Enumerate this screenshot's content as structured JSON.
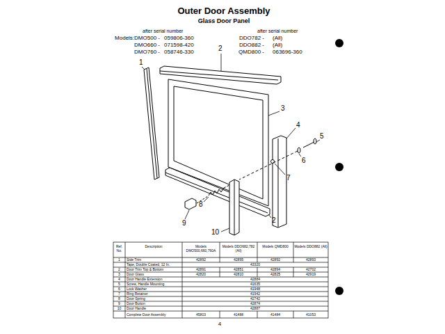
{
  "diagram": {
    "title": "Outer Door Assembly",
    "labels": [
      "Glass Door Panel",
      "after serial number",
      "after serial number",
      "Models:DMO500 -",
      "059806-360",
      "DDO782 -",
      "(All)",
      "DMO660 -",
      "071598-420",
      "DDO882 -",
      "(All)",
      "DMO760 -",
      "058746-330",
      "QMD800 -",
      "063696-360",
      "1",
      "2",
      "3",
      "4",
      "5",
      "6",
      "7",
      "8",
      "9",
      "10",
      "2",
      "Ref. No.",
      "Description",
      "Models DMO500,660,760A",
      "Models DDO682,782 (All)",
      "Models QMD800",
      "Models DDO882 (All)",
      "1",
      "Side Trim",
      "42892",
      "42895",
      "42892",
      "42893",
      "Tape, Double Coated, 12 In.",
      "43320",
      "2",
      "Door Trim Top & Bottom",
      "42891",
      "42851",
      "42894",
      "42702",
      "3",
      "Door Glass",
      "42820",
      "42810",
      "42825",
      "42919",
      "4",
      "Door Handle Extension",
      "42884",
      "5",
      "Screw, Handle Mounting",
      "41635",
      "6",
      "Lock Washer",
      "41948",
      "7",
      "Ring Retainer",
      "41942",
      "8",
      "Door Spring",
      "42742",
      "9",
      "Door Button",
      "42874",
      "10",
      "Door Handle",
      "42887",
      "Complete Door Assembly",
      "45803",
      "41488",
      "41484",
      "41053",
      "4"
    ]
  }
}
